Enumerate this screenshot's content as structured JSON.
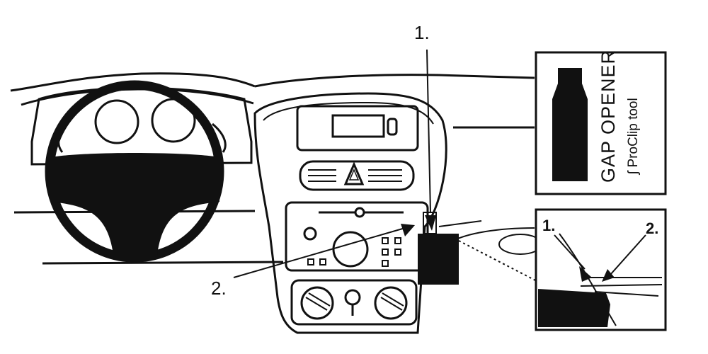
{
  "callouts": {
    "callout_1": "1.",
    "callout_2": "2."
  },
  "tool_box": {
    "title": "GAP OPENER",
    "subtitle": "ʃ ProClip tool"
  },
  "inset": {
    "label_1": "1.",
    "label_2": "2."
  },
  "colors": {
    "ink": "#111111",
    "background": "#ffffff"
  }
}
